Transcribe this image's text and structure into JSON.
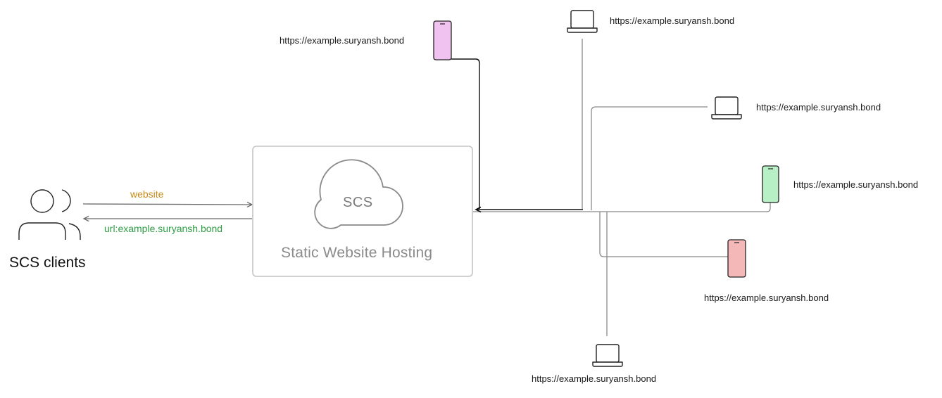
{
  "clients": {
    "label": "SCS clients",
    "icon": "users-icon"
  },
  "arrows": {
    "request_label": "website",
    "request_color": "#c98a1a",
    "response_label": "url:example.suryansh.bond",
    "response_color": "#2f9e44"
  },
  "hosting": {
    "cloud_label": "SCS",
    "title": "Static Website Hosting",
    "icon": "cloud-icon"
  },
  "devices": [
    {
      "kind": "phone",
      "icon": "phone-icon",
      "url": "https://example.suryansh.bond",
      "color": "#f0c2f0"
    },
    {
      "kind": "laptop",
      "icon": "laptop-icon",
      "url": "https://example.suryansh.bond",
      "color": "#ffffff"
    },
    {
      "kind": "laptop",
      "icon": "laptop-icon",
      "url": "https://example.suryansh.bond",
      "color": "#ffffff"
    },
    {
      "kind": "phone",
      "icon": "phone-icon",
      "url": "https://example.suryansh.bond",
      "color": "#b8f0c6"
    },
    {
      "kind": "phone",
      "icon": "phone-icon",
      "url": "https://example.suryansh.bond",
      "color": "#f5b8b8"
    },
    {
      "kind": "laptop",
      "icon": "laptop-icon",
      "url": "https://example.suryansh.bond",
      "color": "#ffffff"
    }
  ]
}
